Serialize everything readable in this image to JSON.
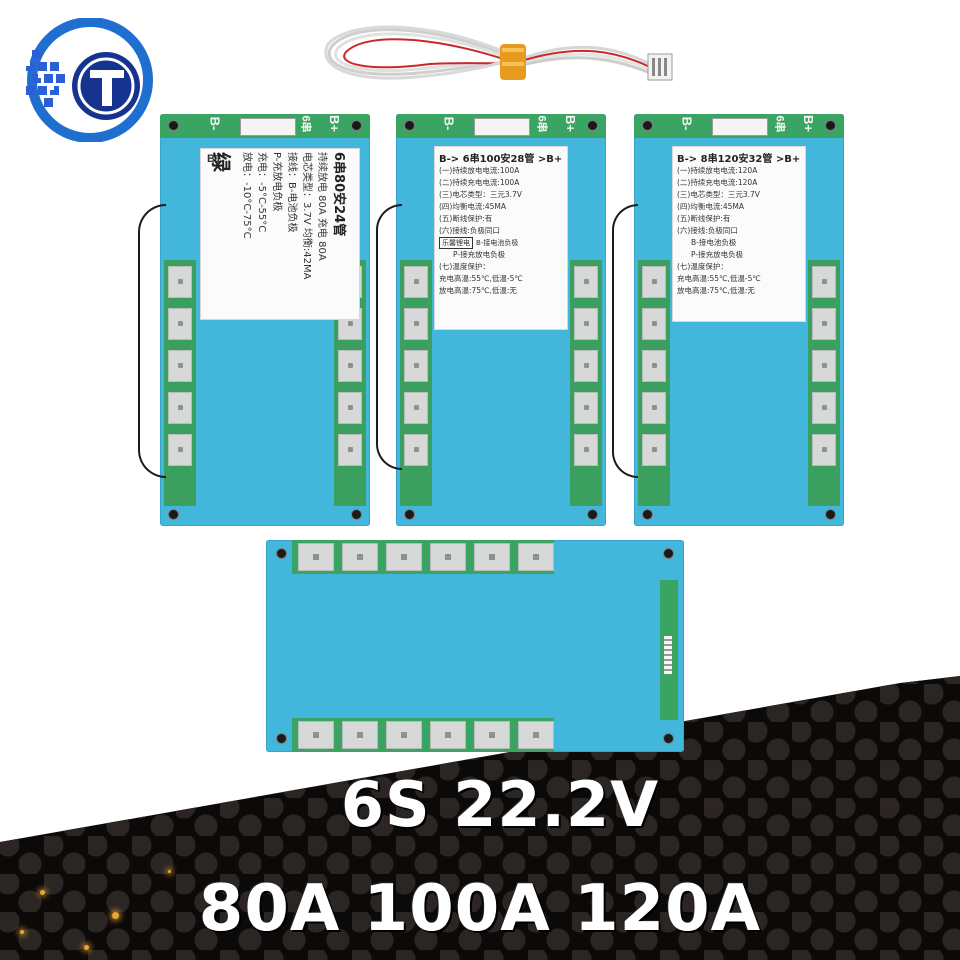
{
  "headline": {
    "line1": "6S 22.2V",
    "line2": "80A 100A 120A"
  },
  "colors": {
    "board_blue": "#43b6db",
    "pcb_green": "#3aa563",
    "logo_blue": "#1f6fd0",
    "logo_navy": "#16348f"
  },
  "boards": [
    {
      "tags": {
        "b_minus": "B-",
        "b_plus": "B+",
        "b1": "B1",
        "series": "6串"
      },
      "label": {
        "header": "6串80安24管",
        "lines": [
          "持续放电 80A    充电 80A",
          "电芯类型：3.7V 均衡:42MA",
          "接线：B-电池负极",
          "P-充放电负极",
          "充电：-5°C-55°C",
          "放电：-10°C-75°C"
        ],
        "mark": "绿"
      }
    },
    {
      "tags": {
        "b_minus": "B-",
        "b_plus": "B+",
        "series": "6串"
      },
      "label": {
        "header": "B-> 6串100安28管 >B+",
        "lines": [
          "(一)持续放电电流:100A",
          "(二)持续充电电流:100A",
          "(三)电芯类型：三元3.7V",
          "(四)均衡电流:45MA",
          "(五)断线保护:有",
          "(六)接线:负极同口",
          "B-接电池负极",
          "P-接充放电负极",
          "(七)温度保护：",
          "充电高温:55℃,低温-5℃",
          "放电高温:75℃,低温:无"
        ],
        "badge": "乐馨锂电"
      }
    },
    {
      "tags": {
        "b_minus": "B-",
        "b_plus": "B+",
        "series": "6串"
      },
      "label": {
        "header": "B-> 8串120安32管 >B+",
        "lines": [
          "(一)持续放电电流:120A",
          "(二)持续充电电流:120A",
          "(三)电芯类型：三元3.7V",
          "(四)均衡电流:45MA",
          "(五)断线保护:有",
          "(六)接线:负极同口",
          "B-接电池负极",
          "P-接充放电负极",
          "(七)温度保护：",
          "充电高温:55℃,低温-5℃",
          "放电高温:75℃,低温:无"
        ]
      }
    }
  ],
  "icons": {
    "logo": "brand-logo-icon",
    "cable": "balance-cable-icon"
  }
}
